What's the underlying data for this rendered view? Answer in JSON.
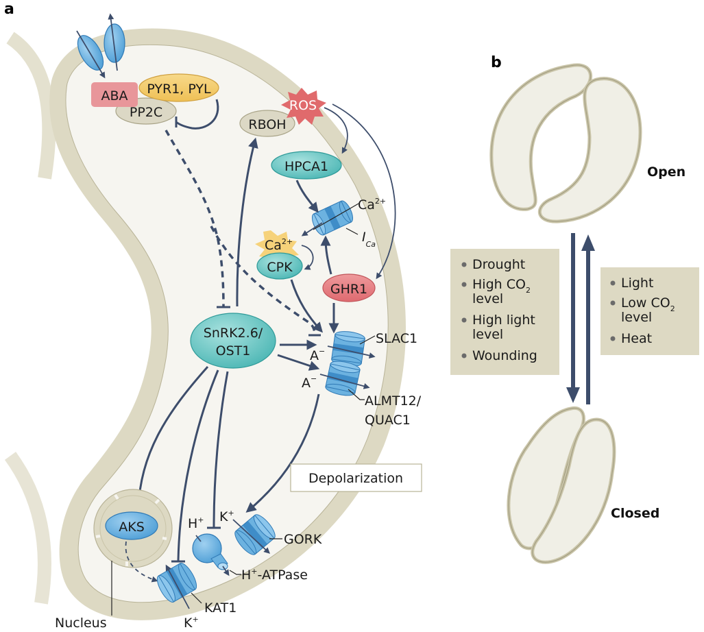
{
  "panel_a": {
    "label": "a",
    "nodes": {
      "aba": "ABA",
      "pyr": "PYR1, PYL",
      "pp2c": "PP2C",
      "rboh": "RBOH",
      "ros": "ROS",
      "hpca1": "HPCA1",
      "ca_channel_ion": "Ca",
      "ca_channel_ion_sup": "2+",
      "ica_label": "I",
      "ica_sub": "Ca",
      "ca_cyto": "Ca",
      "ca_cyto_sup": "2+",
      "cpk": "CPK",
      "ghr1": "GHR1",
      "snrk_line1": "SnRK2.6/",
      "snrk_line2": "OST1",
      "anion1": "A",
      "anion2": "A",
      "anion_sup": "−",
      "slac1": "SLAC1",
      "almt_line1": "ALMT12/",
      "almt_line2": "QUAC1",
      "depolarization": "Depolarization",
      "aks": "AKS",
      "nucleus": "Nucleus",
      "kat1": "KAT1",
      "k_in": "K",
      "k_in_sup": "+",
      "h_plus": "H",
      "h_plus_sup": "+",
      "h_atpase_pre": "H",
      "h_atpase_sup": "+",
      "h_atpase_post": "-ATPase",
      "k_out": "K",
      "k_out_sup": "+",
      "gork": "GORK"
    }
  },
  "panel_b": {
    "label": "b",
    "open_label": "Open",
    "closed_label": "Closed",
    "closing_triggers": [
      {
        "text": "Drought"
      },
      {
        "text": "High CO",
        "sub": "2",
        "cont": "level"
      },
      {
        "text": "High light",
        "cont": "level"
      },
      {
        "text": "Wounding"
      }
    ],
    "opening_triggers": [
      {
        "text": "Light"
      },
      {
        "text": "Low CO",
        "sub": "2",
        "cont": "level"
      },
      {
        "text": "Heat"
      }
    ]
  },
  "colors": {
    "cell_wall": "#ddd9c3",
    "cytoplasm": "#f6f5f0",
    "arrow": "#3d4d6b",
    "aba": "#e8969a",
    "pyr": "#f4cc6e",
    "pp2c": "#dcd8c5",
    "ros": "#e06a6c",
    "teal": "#5fc4c2",
    "ghr1": "#e57a7e",
    "channel": "#6cb2e0",
    "trigger_box": "#ddd9c3"
  }
}
